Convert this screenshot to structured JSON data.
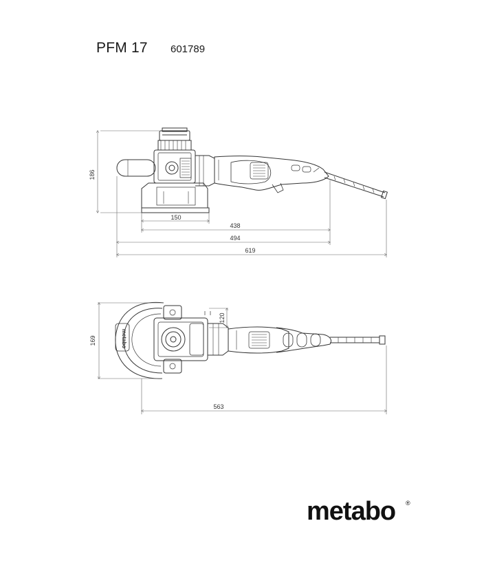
{
  "header": {
    "model": "PFM 17",
    "article_number": "601789"
  },
  "side_view": {
    "height_dim": "186",
    "plate_dim": "150",
    "dim_438": "438",
    "dim_494": "494",
    "total_length": "619"
  },
  "top_view": {
    "width_dim": "169",
    "head_dim": "120",
    "length_dim": "563",
    "guard_label": "metabo"
  },
  "brand": {
    "logo": "metabo",
    "registered": "®"
  }
}
